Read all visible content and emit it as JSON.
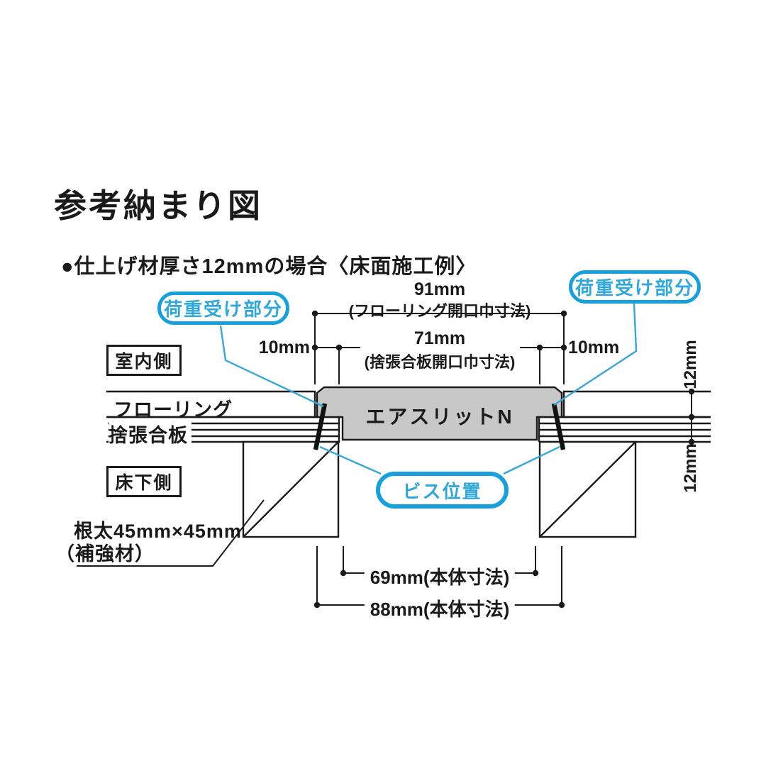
{
  "title": "参考納まり図",
  "subtitle": "●仕上げ材厚さ12mmの場合〈床面施工例〉",
  "colors": {
    "line_black": "#1a1a1a",
    "accent_blue": "#18a0dc",
    "leader_cyan": "#35a7d9",
    "unit_gray": "#c8c8c8"
  },
  "callouts": {
    "load_bearing_left": "荷重受け部分",
    "load_bearing_right": "荷重受け部分",
    "screw_position": "ビス位置"
  },
  "area_labels": {
    "indoor_side": "室内側",
    "underfloor_side": "床下側"
  },
  "layer_labels": {
    "flooring": "フローリング",
    "subfloor_plywood": "捨張合板"
  },
  "unit": {
    "label": "エアスリットN"
  },
  "joist_note": {
    "line1": "根太45mm×45mm",
    "line2": "（補強材）"
  },
  "dimensions": {
    "flooring_opening": {
      "value": "91mm",
      "caption": "(フローリング開口巾寸法)"
    },
    "plywood_opening": {
      "value": "71mm",
      "caption": "(捨張合板開口巾寸法)"
    },
    "gap_left": "10mm",
    "gap_right": "10mm",
    "flooring_thickness": "12mm",
    "plywood_thickness": "12mm",
    "body_width": "69mm(本体寸法)",
    "flange_width": "88mm(本体寸法)"
  }
}
